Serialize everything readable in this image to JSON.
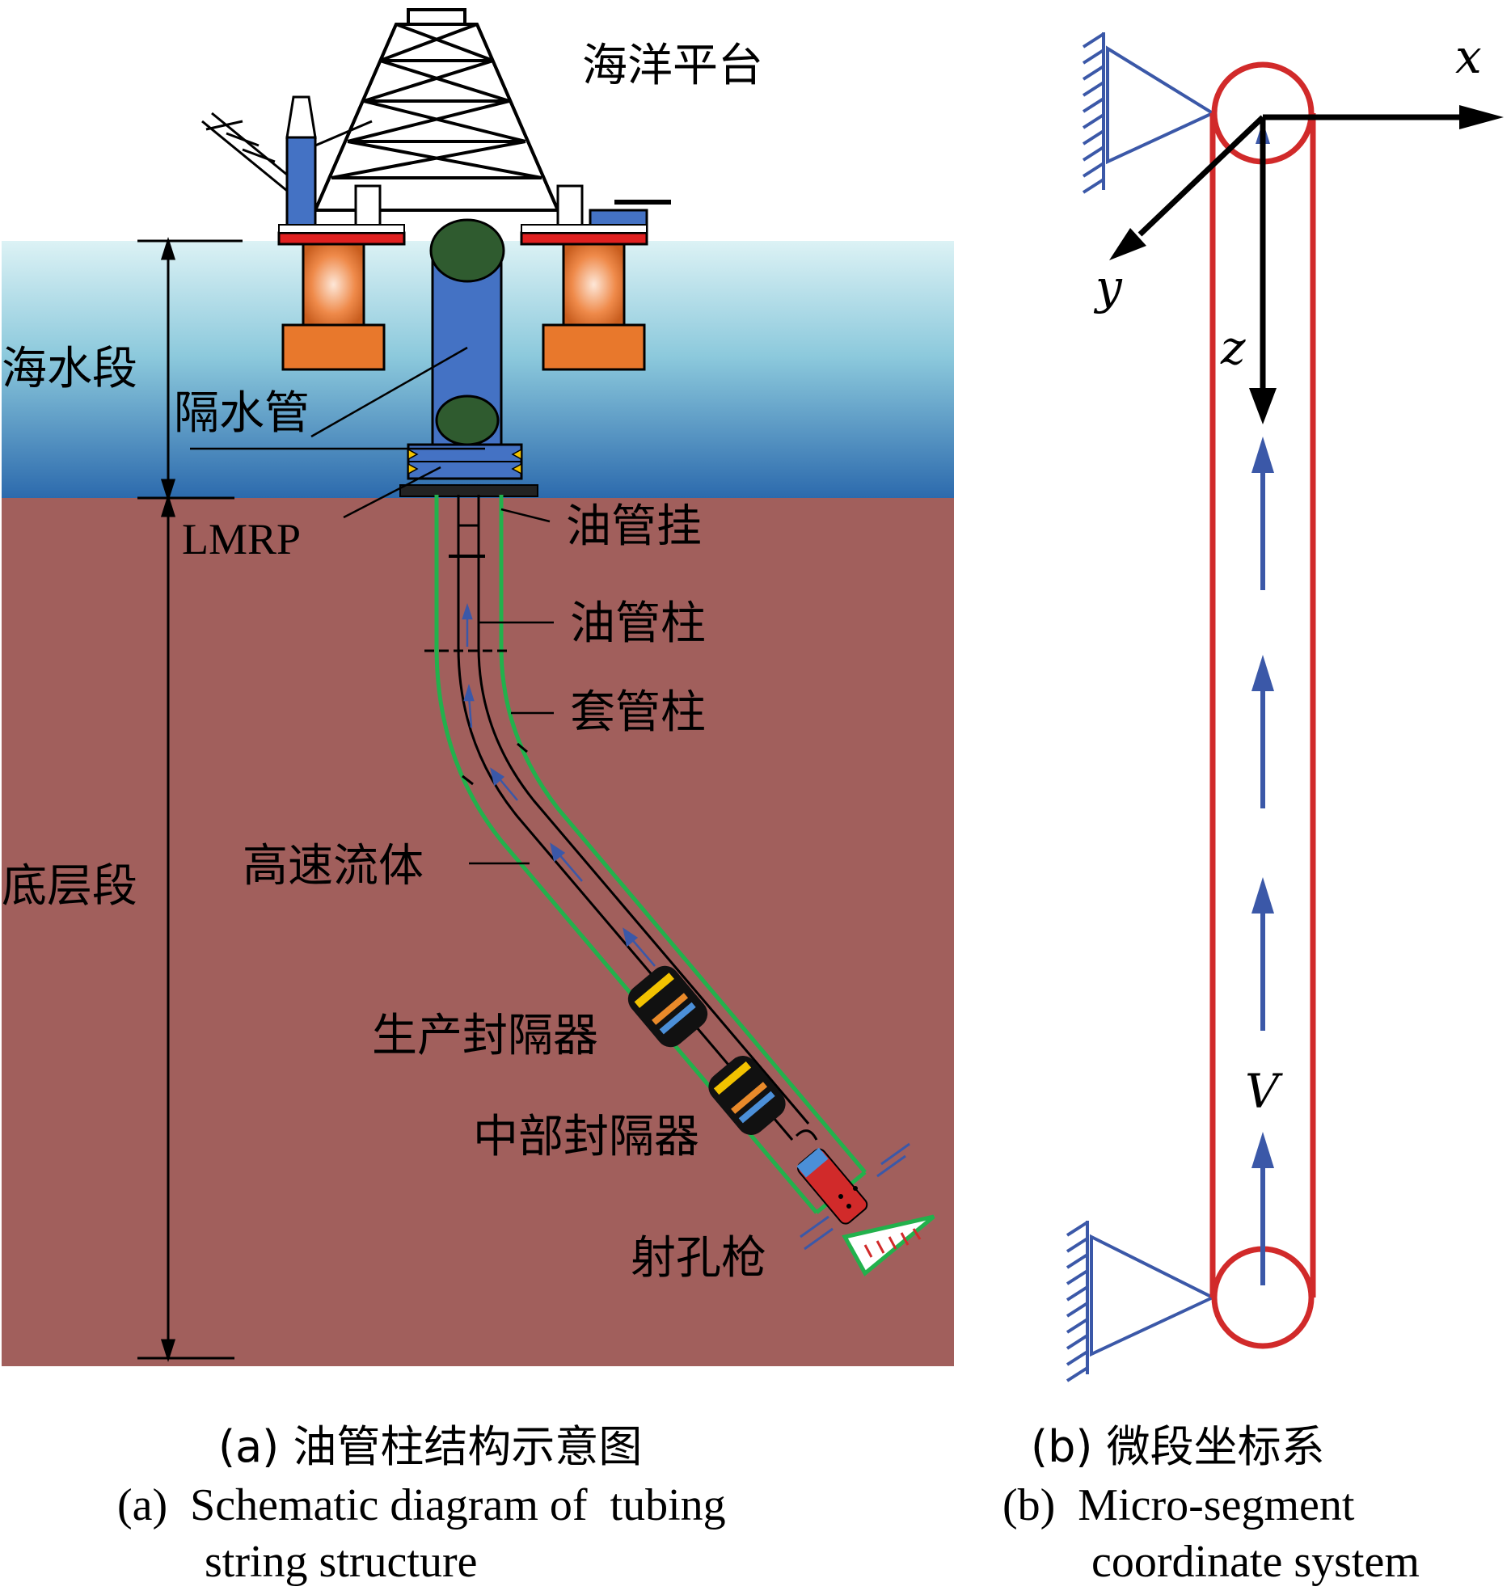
{
  "left_diagram": {
    "labels": {
      "platform": "海洋平台",
      "seawater_section": "海水段",
      "riser": "隔水管",
      "lmrp": "LMRP",
      "tubing_hanger": "油管挂",
      "tubing_string": "油管柱",
      "casing_string": "套管柱",
      "high_speed_fluid": "高速流体",
      "formation_section": "底层段",
      "production_packer": "生产封隔器",
      "middle_packer": "中部封隔器",
      "perforating_gun": "射孔枪"
    },
    "caption_cn": "(a)  油管柱结构示意图",
    "caption_en_line1": "(a)  Schematic diagram of  tubing",
    "caption_en_line2": "string structure"
  },
  "right_diagram": {
    "axis_labels": {
      "x": "x",
      "y": "y",
      "z": "z",
      "velocity": "V"
    },
    "caption_cn": "(b)  微段坐标系",
    "caption_en_line1": "(b)  Micro-segment",
    "caption_en_line2": "coordinate system"
  },
  "colors": {
    "sea_top": "#d9f0f4",
    "sea_bottom": "#2f6fb0",
    "seabed": "#a15f5c",
    "casing": "#22b14c",
    "tube_red": "#d12a2a",
    "arrow_blue": "#3b58a8",
    "riser_blue": "#4472c4",
    "float_orange": "#e8782c",
    "deck_red": "#e02020"
  }
}
